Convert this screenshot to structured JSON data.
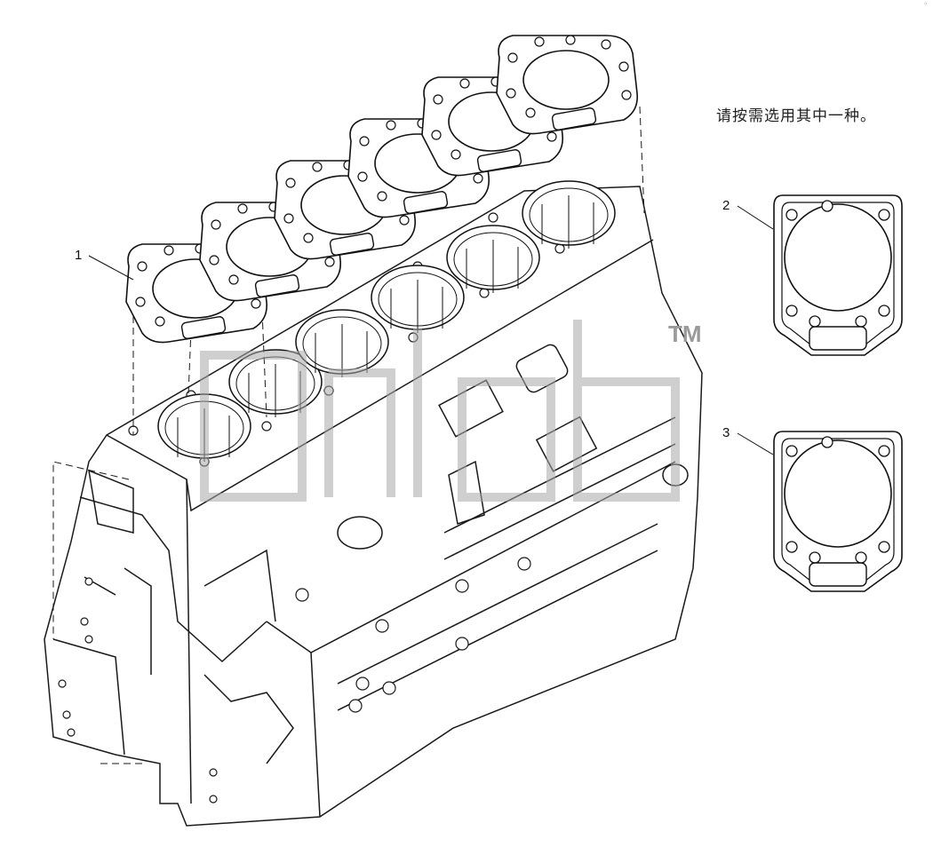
{
  "note": "请按需选用其中一种。",
  "callouts": [
    {
      "id": "1",
      "label": "1"
    },
    {
      "id": "2",
      "label": "2"
    },
    {
      "id": "3",
      "label": "3"
    }
  ],
  "watermark": {
    "text": "TM"
  },
  "corner_mark": "◦",
  "colors": {
    "line": "#1a1a1a",
    "watermark": "#a8a8a8",
    "background": "#ffffff"
  }
}
